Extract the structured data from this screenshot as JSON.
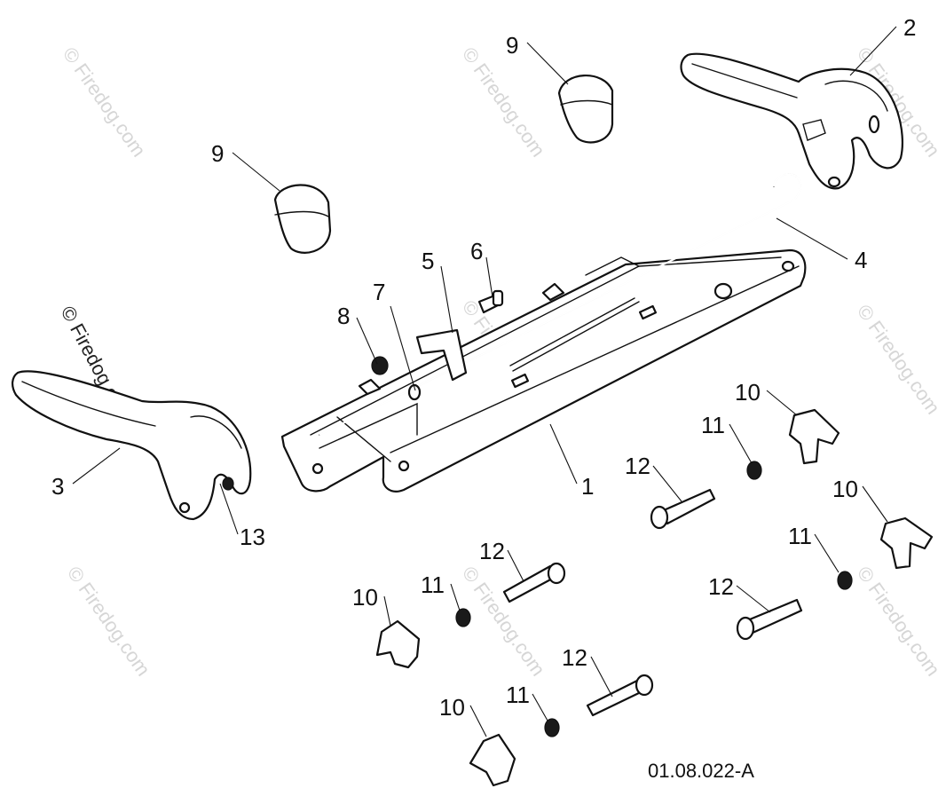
{
  "watermark": "© Firedog.com",
  "drawing_code": "01.08.022-A",
  "callouts": {
    "c1": "1",
    "c2": "2",
    "c3": "3",
    "c4": "4",
    "c5": "5",
    "c6": "6",
    "c7": "7",
    "c8": "8",
    "c9a": "9",
    "c9b": "9",
    "c10a": "10",
    "c10b": "10",
    "c10c": "10",
    "c10d": "10",
    "c11a": "11",
    "c11b": "11",
    "c11c": "11",
    "c11d": "11",
    "c12a": "12",
    "c12b": "12",
    "c12c": "12",
    "c12d": "12",
    "c13": "13"
  }
}
